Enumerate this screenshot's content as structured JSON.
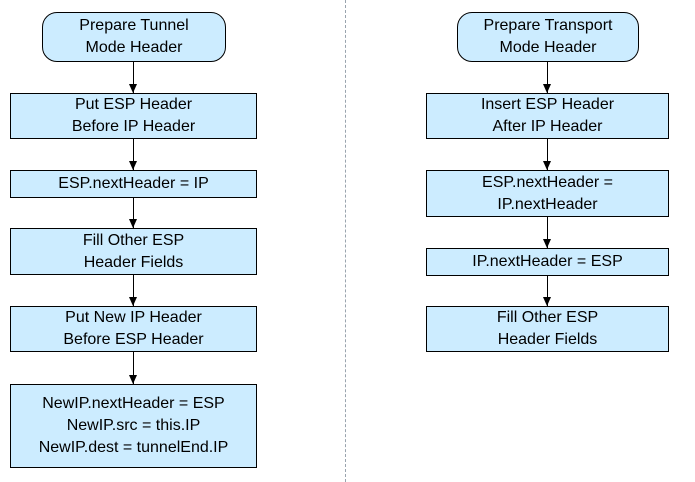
{
  "diagram": {
    "box_fill": "#CCECFF",
    "border_color": "#000000",
    "divider_color": "#9aa4ae",
    "left_flow": {
      "nodes": [
        {
          "label": "Prepare Tunnel\nMode Header"
        },
        {
          "label": "Put ESP Header\nBefore IP Header"
        },
        {
          "label": "ESP.nextHeader = IP"
        },
        {
          "label": "Fill Other ESP\nHeader Fields"
        },
        {
          "label": "Put New IP Header\nBefore ESP Header"
        },
        {
          "label": "NewIP.nextHeader = ESP\nNewIP.src = this.IP\nNewIP.dest = tunnelEnd.IP"
        }
      ]
    },
    "right_flow": {
      "nodes": [
        {
          "label": "Prepare Transport\nMode Header"
        },
        {
          "label": "Insert ESP Header\nAfter IP Header"
        },
        {
          "label": "ESP.nextHeader =\nIP.nextHeader"
        },
        {
          "label": "IP.nextHeader = ESP"
        },
        {
          "label": "Fill Other ESP\nHeader Fields"
        }
      ]
    }
  }
}
